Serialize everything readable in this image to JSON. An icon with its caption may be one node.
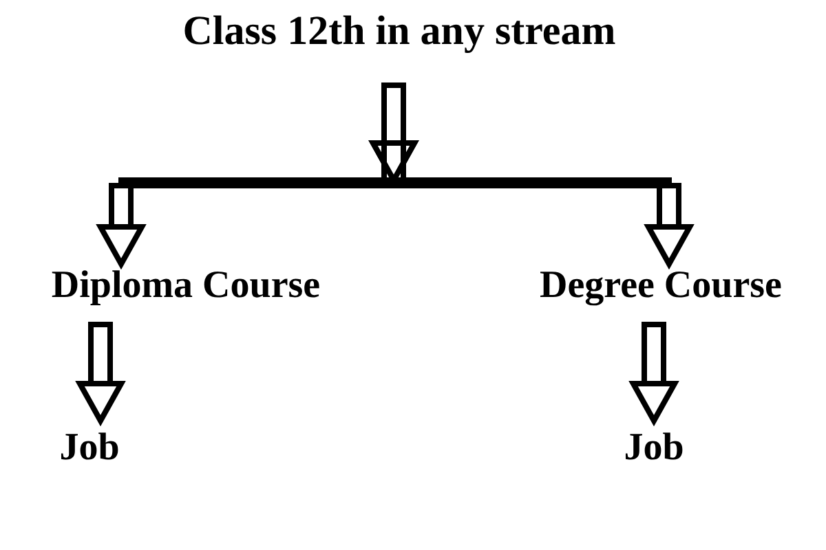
{
  "diagram": {
    "nodes": [
      {
        "text": [
          "Class 12th in any stream"
        ]
      },
      {
        "text": [
          "Diploma Course"
        ]
      },
      {
        "text": [
          "Degree Course"
        ]
      },
      {
        "text": [
          "Job"
        ]
      },
      {
        "text": [
          "Job"
        ]
      }
    ],
    "edges": [
      {
        "from": 0,
        "to": 1,
        "arrow": "to"
      },
      {
        "from": 0,
        "to": 2,
        "arrow": "to"
      },
      {
        "from": 1,
        "to": 3,
        "arrow": "to"
      },
      {
        "from": 2,
        "to": 4,
        "arrow": "to"
      }
    ]
  }
}
